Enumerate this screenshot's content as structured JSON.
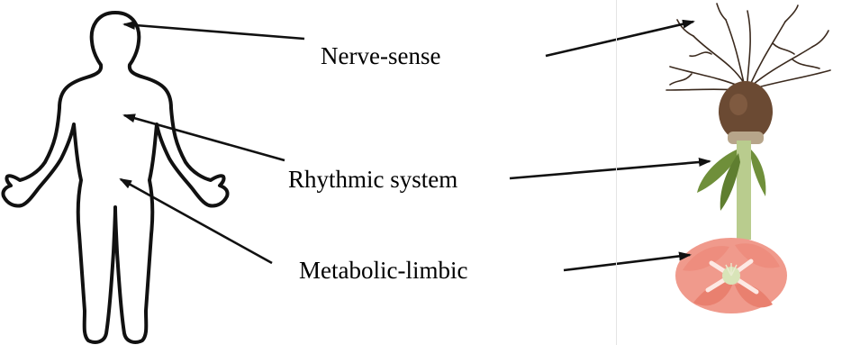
{
  "labels": {
    "nerve_sense": "Nerve-sense",
    "rhythmic": "Rhythmic system",
    "metabolic": "Metabolic-limbic"
  },
  "colors": {
    "outline": "#111111",
    "arrow": "#111111",
    "root": "#3b2a1e",
    "bulb": "#6b4a33",
    "stem": "#b9cc8e",
    "leaf": "#6f8f3a",
    "petal": "#f09a8c",
    "petal_stripe": "#fde9e4"
  },
  "images": {
    "human_figure": "human-body-outline",
    "plant": "amaryllis-plant-inverted"
  }
}
